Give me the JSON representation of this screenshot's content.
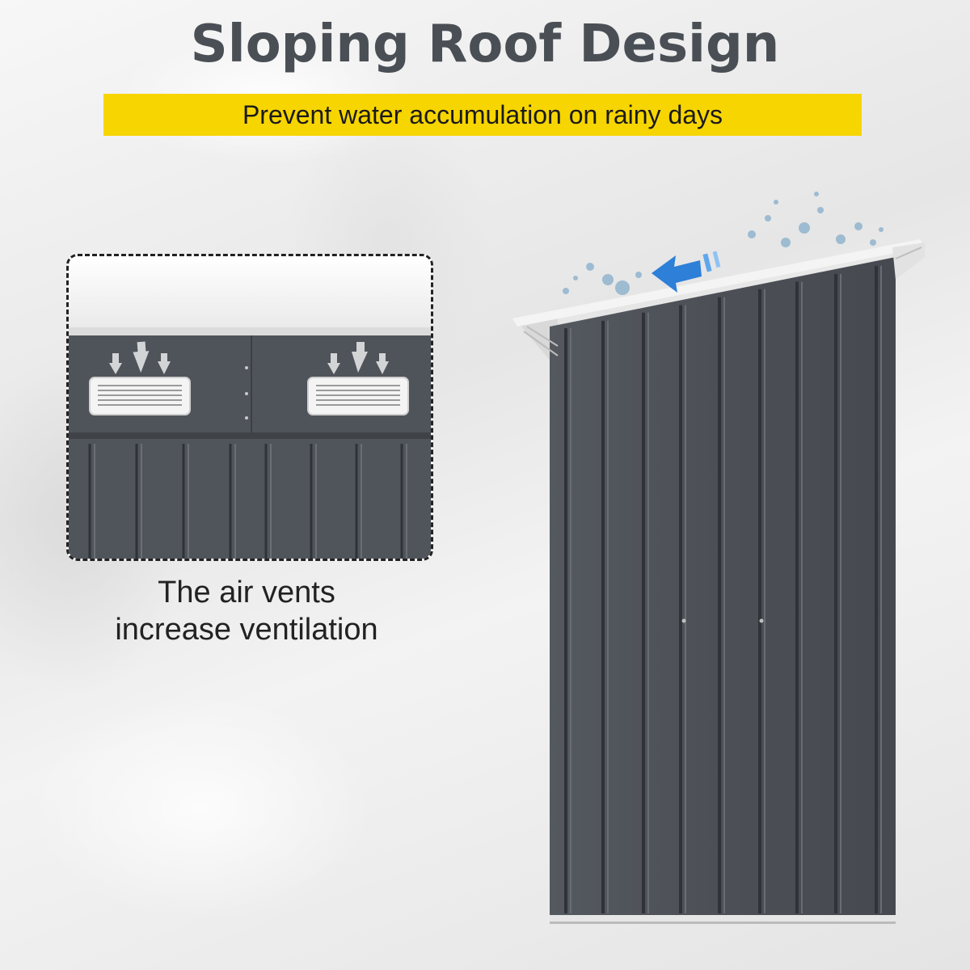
{
  "headline": "Sloping Roof Design",
  "banner_text": "Prevent water accumulation on rainy days",
  "caption": {
    "line1": "The air vents",
    "line2": "increase ventilation"
  },
  "colors": {
    "title": "#4a4f55",
    "banner": "#f7d500",
    "shed_panel": "#4d5157",
    "roof": "#f4f4f4",
    "arrow": "#2d7fd8"
  },
  "icons": [
    "water-splash-icon",
    "left-arrow-icon",
    "vent-airflow-arrows-icon"
  ]
}
